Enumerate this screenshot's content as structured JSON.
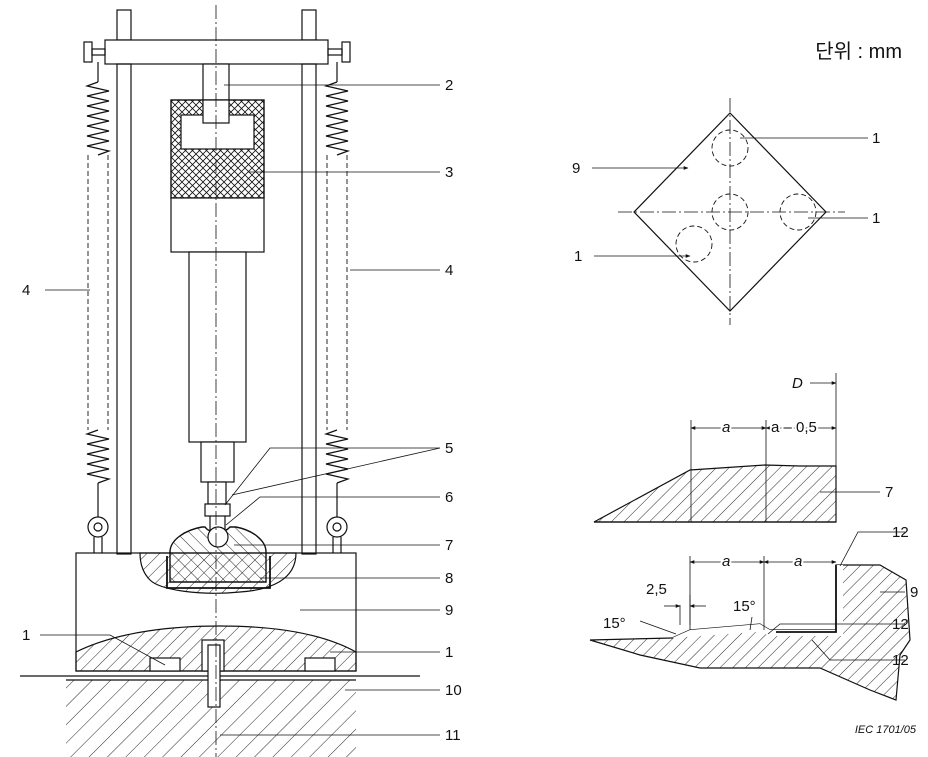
{
  "units_label": "단위 : mm",
  "credit": "IEC  1701/05",
  "main_view": {
    "callouts": [
      "2",
      "3",
      "4",
      "4",
      "5",
      "6",
      "7",
      "8",
      "9",
      "1",
      "1",
      "10",
      "11"
    ]
  },
  "top_view": {
    "callouts": [
      "9",
      "1",
      "1",
      "1"
    ]
  },
  "detail_upper": {
    "dim_D": "D",
    "dim_a": "a",
    "dim_a_minus": "a – 0,5",
    "callout": "7"
  },
  "detail_lower": {
    "dim_a_left": "a",
    "dim_a_right": "a",
    "dim_gap": "2,5",
    "angle_left": "15°",
    "angle_right": "15°",
    "callouts": [
      "12",
      "9",
      "12",
      "12"
    ]
  }
}
